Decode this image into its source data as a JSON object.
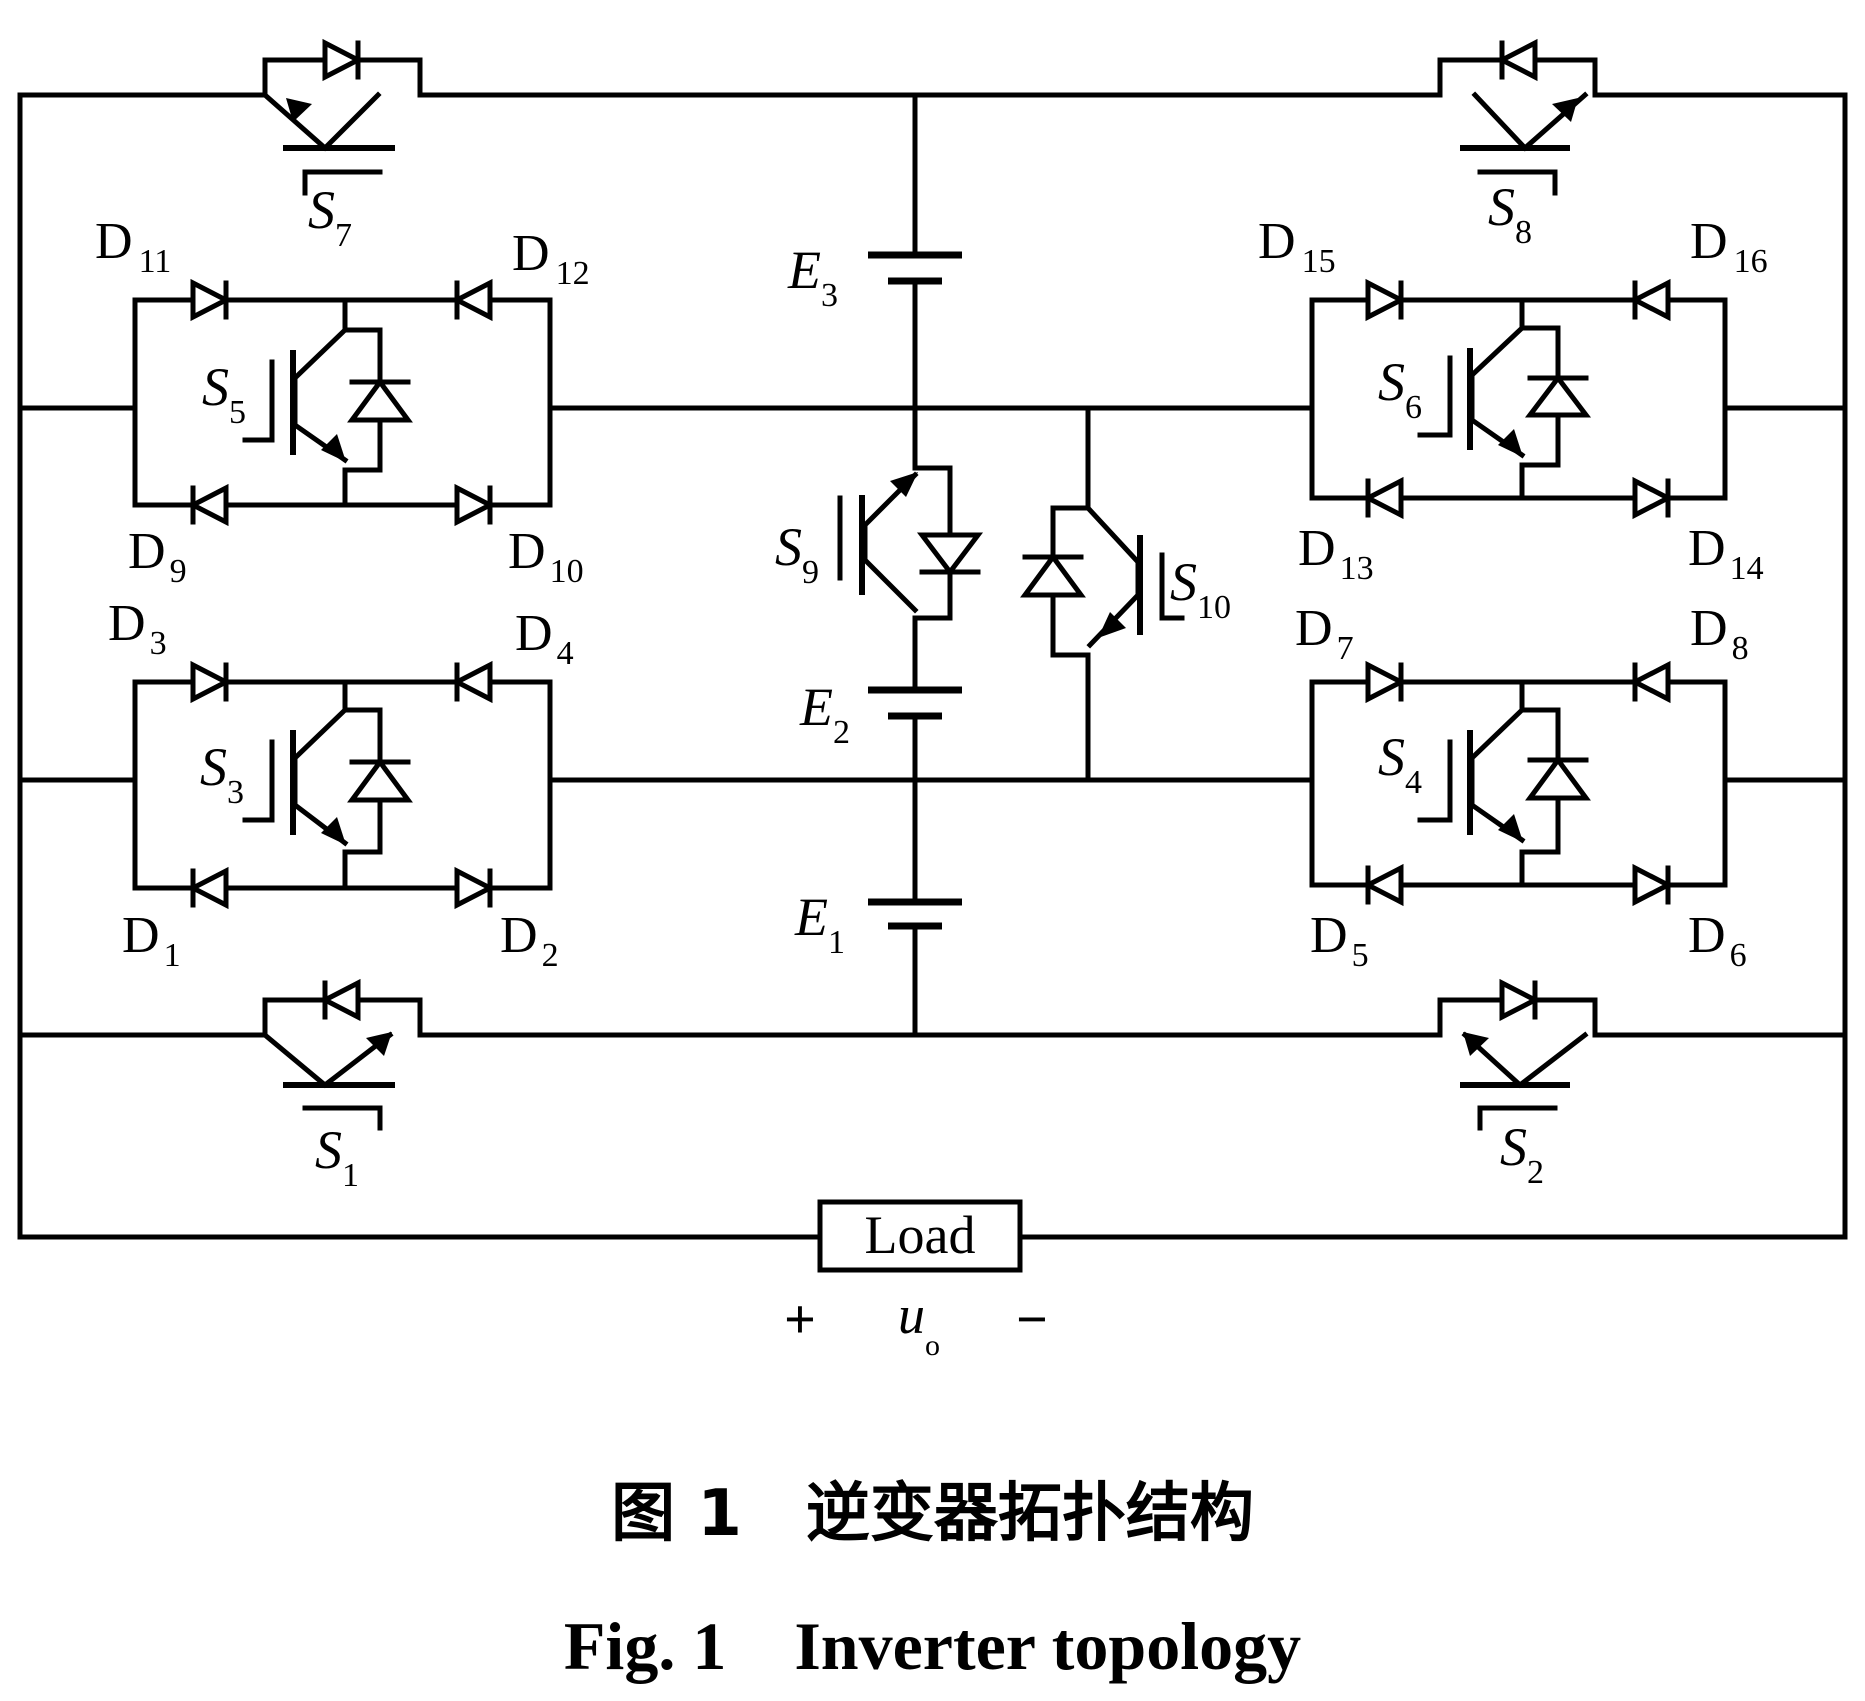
{
  "switches": {
    "S1": {
      "name": "S",
      "sub": "1"
    },
    "S2": {
      "name": "S",
      "sub": "2"
    },
    "S3": {
      "name": "S",
      "sub": "3"
    },
    "S4": {
      "name": "S",
      "sub": "4"
    },
    "S5": {
      "name": "S",
      "sub": "5"
    },
    "S6": {
      "name": "S",
      "sub": "6"
    },
    "S7": {
      "name": "S",
      "sub": "7"
    },
    "S8": {
      "name": "S",
      "sub": "8"
    },
    "S9": {
      "name": "S",
      "sub": "9"
    },
    "S10": {
      "name": "S",
      "sub": "10"
    }
  },
  "diodes": {
    "D1": {
      "name": "D",
      "sub": "1"
    },
    "D2": {
      "name": "D",
      "sub": "2"
    },
    "D3": {
      "name": "D",
      "sub": "3"
    },
    "D4": {
      "name": "D",
      "sub": "4"
    },
    "D5": {
      "name": "D",
      "sub": "5"
    },
    "D6": {
      "name": "D",
      "sub": "6"
    },
    "D7": {
      "name": "D",
      "sub": "7"
    },
    "D8": {
      "name": "D",
      "sub": "8"
    },
    "D9": {
      "name": "D",
      "sub": "9"
    },
    "D10": {
      "name": "D",
      "sub": "10"
    },
    "D11": {
      "name": "D",
      "sub": "11"
    },
    "D12": {
      "name": "D",
      "sub": "12"
    },
    "D13": {
      "name": "D",
      "sub": "13"
    },
    "D14": {
      "name": "D",
      "sub": "14"
    },
    "D15": {
      "name": "D",
      "sub": "15"
    },
    "D16": {
      "name": "D",
      "sub": "16"
    }
  },
  "sources": {
    "E1": {
      "name": "E",
      "sub": "1"
    },
    "E2": {
      "name": "E",
      "sub": "2"
    },
    "E3": {
      "name": "E",
      "sub": "3"
    }
  },
  "load": {
    "label": "Load"
  },
  "output": {
    "plus": "+",
    "name": "u",
    "sub": "o",
    "minus": "−"
  },
  "caption": {
    "cn": "图 1　逆变器拓扑结构",
    "en": "Fig. 1　Inverter topology"
  }
}
